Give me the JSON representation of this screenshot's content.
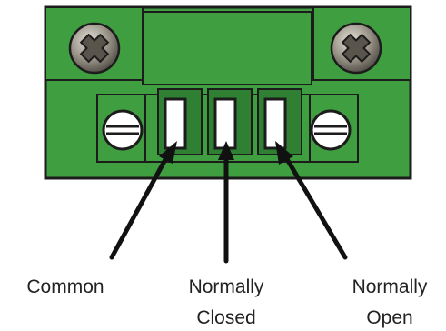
{
  "colors": {
    "body": "#3e9e40",
    "body_dark": "#2f8032",
    "outline": "#1c1c1c",
    "screw_head": "#ffffff",
    "arrow": "#111111"
  },
  "terminals": [
    {
      "label_lines": [
        "Common"
      ]
    },
    {
      "label_lines": [
        "Normally",
        "Closed"
      ]
    },
    {
      "label_lines": [
        "Normally",
        "Open"
      ]
    }
  ]
}
